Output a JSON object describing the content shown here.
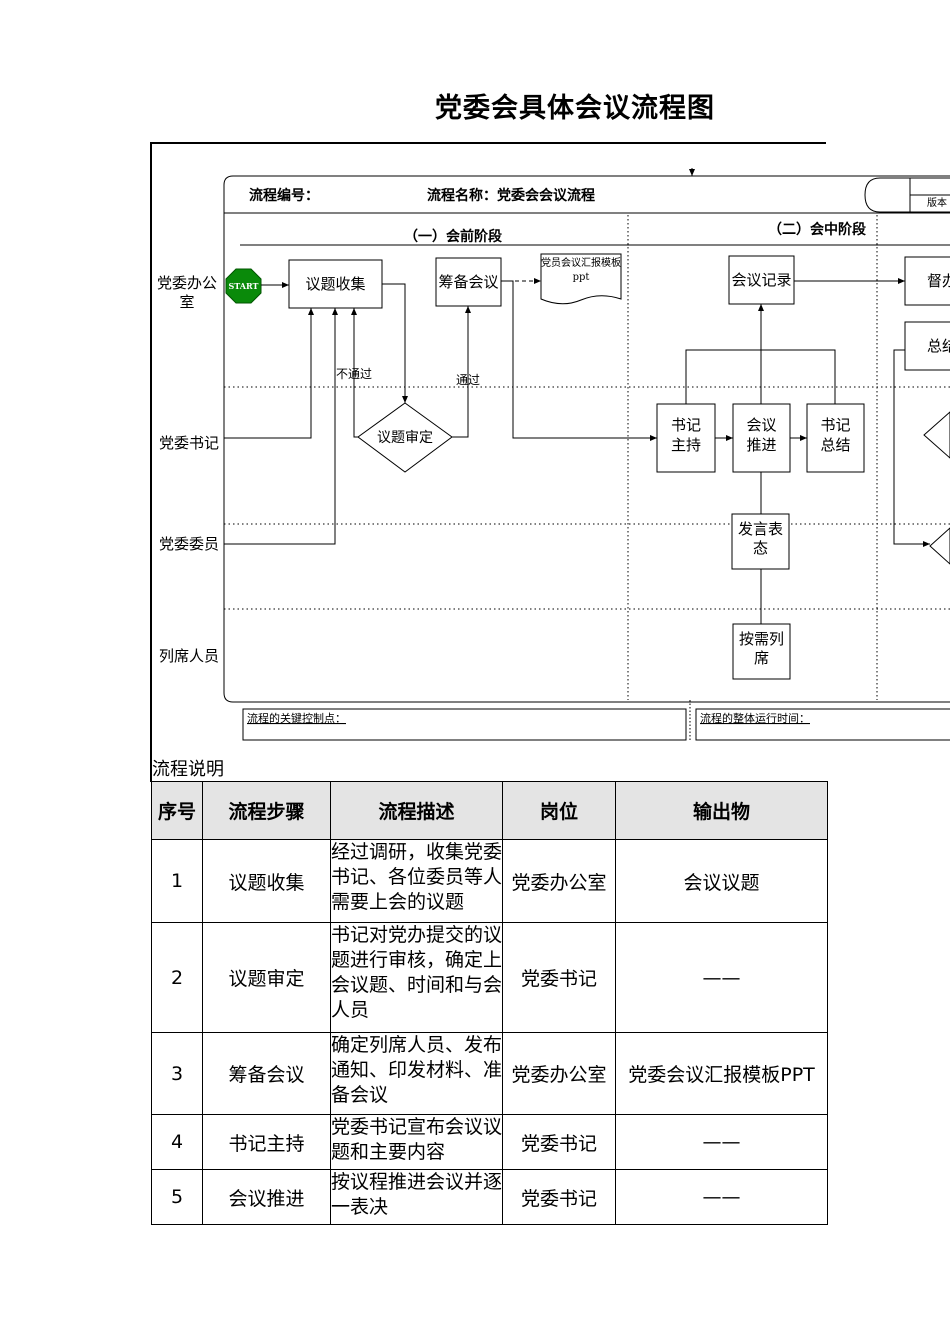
{
  "title": "党委会具体会议流程图",
  "flow": {
    "header": {
      "code_label": "流程编号：",
      "name_label": "流程名称：党委会会议流程",
      "version_label": "版本"
    },
    "phases": [
      "（一）会前阶段",
      "（二）会中阶段"
    ],
    "lanes": [
      "党委办公室",
      "党委书记",
      "党委委员",
      "列席人员"
    ],
    "start_label": "START",
    "nodes": {
      "collect": "议题收集",
      "review": "议题审定",
      "prepare": "筹备会议",
      "ppt_doc": "党员会议汇报模板ppt",
      "record": "会议记录",
      "supervise": "督办",
      "summary": "总结",
      "host": "书记主持",
      "advance": "会议推进",
      "conclude": "书记总结",
      "speak": "发言表态",
      "attend": "按需列席"
    },
    "edge_labels": {
      "reject": "不通过",
      "pass": "通过"
    },
    "footer": {
      "key_control": "流程的关键控制点：",
      "run_time": "流程的整体运行时间："
    }
  },
  "section_title": "流程说明",
  "table": {
    "headers": [
      "序号",
      "流程步骤",
      "流程描述",
      "岗位",
      "输出物"
    ],
    "rows": [
      {
        "no": "1",
        "step": "议题收集",
        "desc": "经过调研，收集党委书记、各位委员等人需要上会的议题",
        "role": "党委办公室",
        "output": "会议议题"
      },
      {
        "no": "2",
        "step": "议题审定",
        "desc": "书记对党办提交的议题进行审核，确定上会议题、时间和与会人员",
        "role": "党委书记",
        "output": "——"
      },
      {
        "no": "3",
        "step": "筹备会议",
        "desc": "确定列席人员、发布通知、印发材料、准备会议",
        "role": "党委办公室",
        "output": "党委会议汇报模板PPT"
      },
      {
        "no": "4",
        "step": "书记主持",
        "desc": "党委书记宣布会议议题和主要内容",
        "role": "党委书记",
        "output": "——"
      },
      {
        "no": "5",
        "step": "会议推进",
        "desc": "按议程推进会议并逐一表决",
        "role": "党委书记",
        "output": "——"
      }
    ]
  }
}
